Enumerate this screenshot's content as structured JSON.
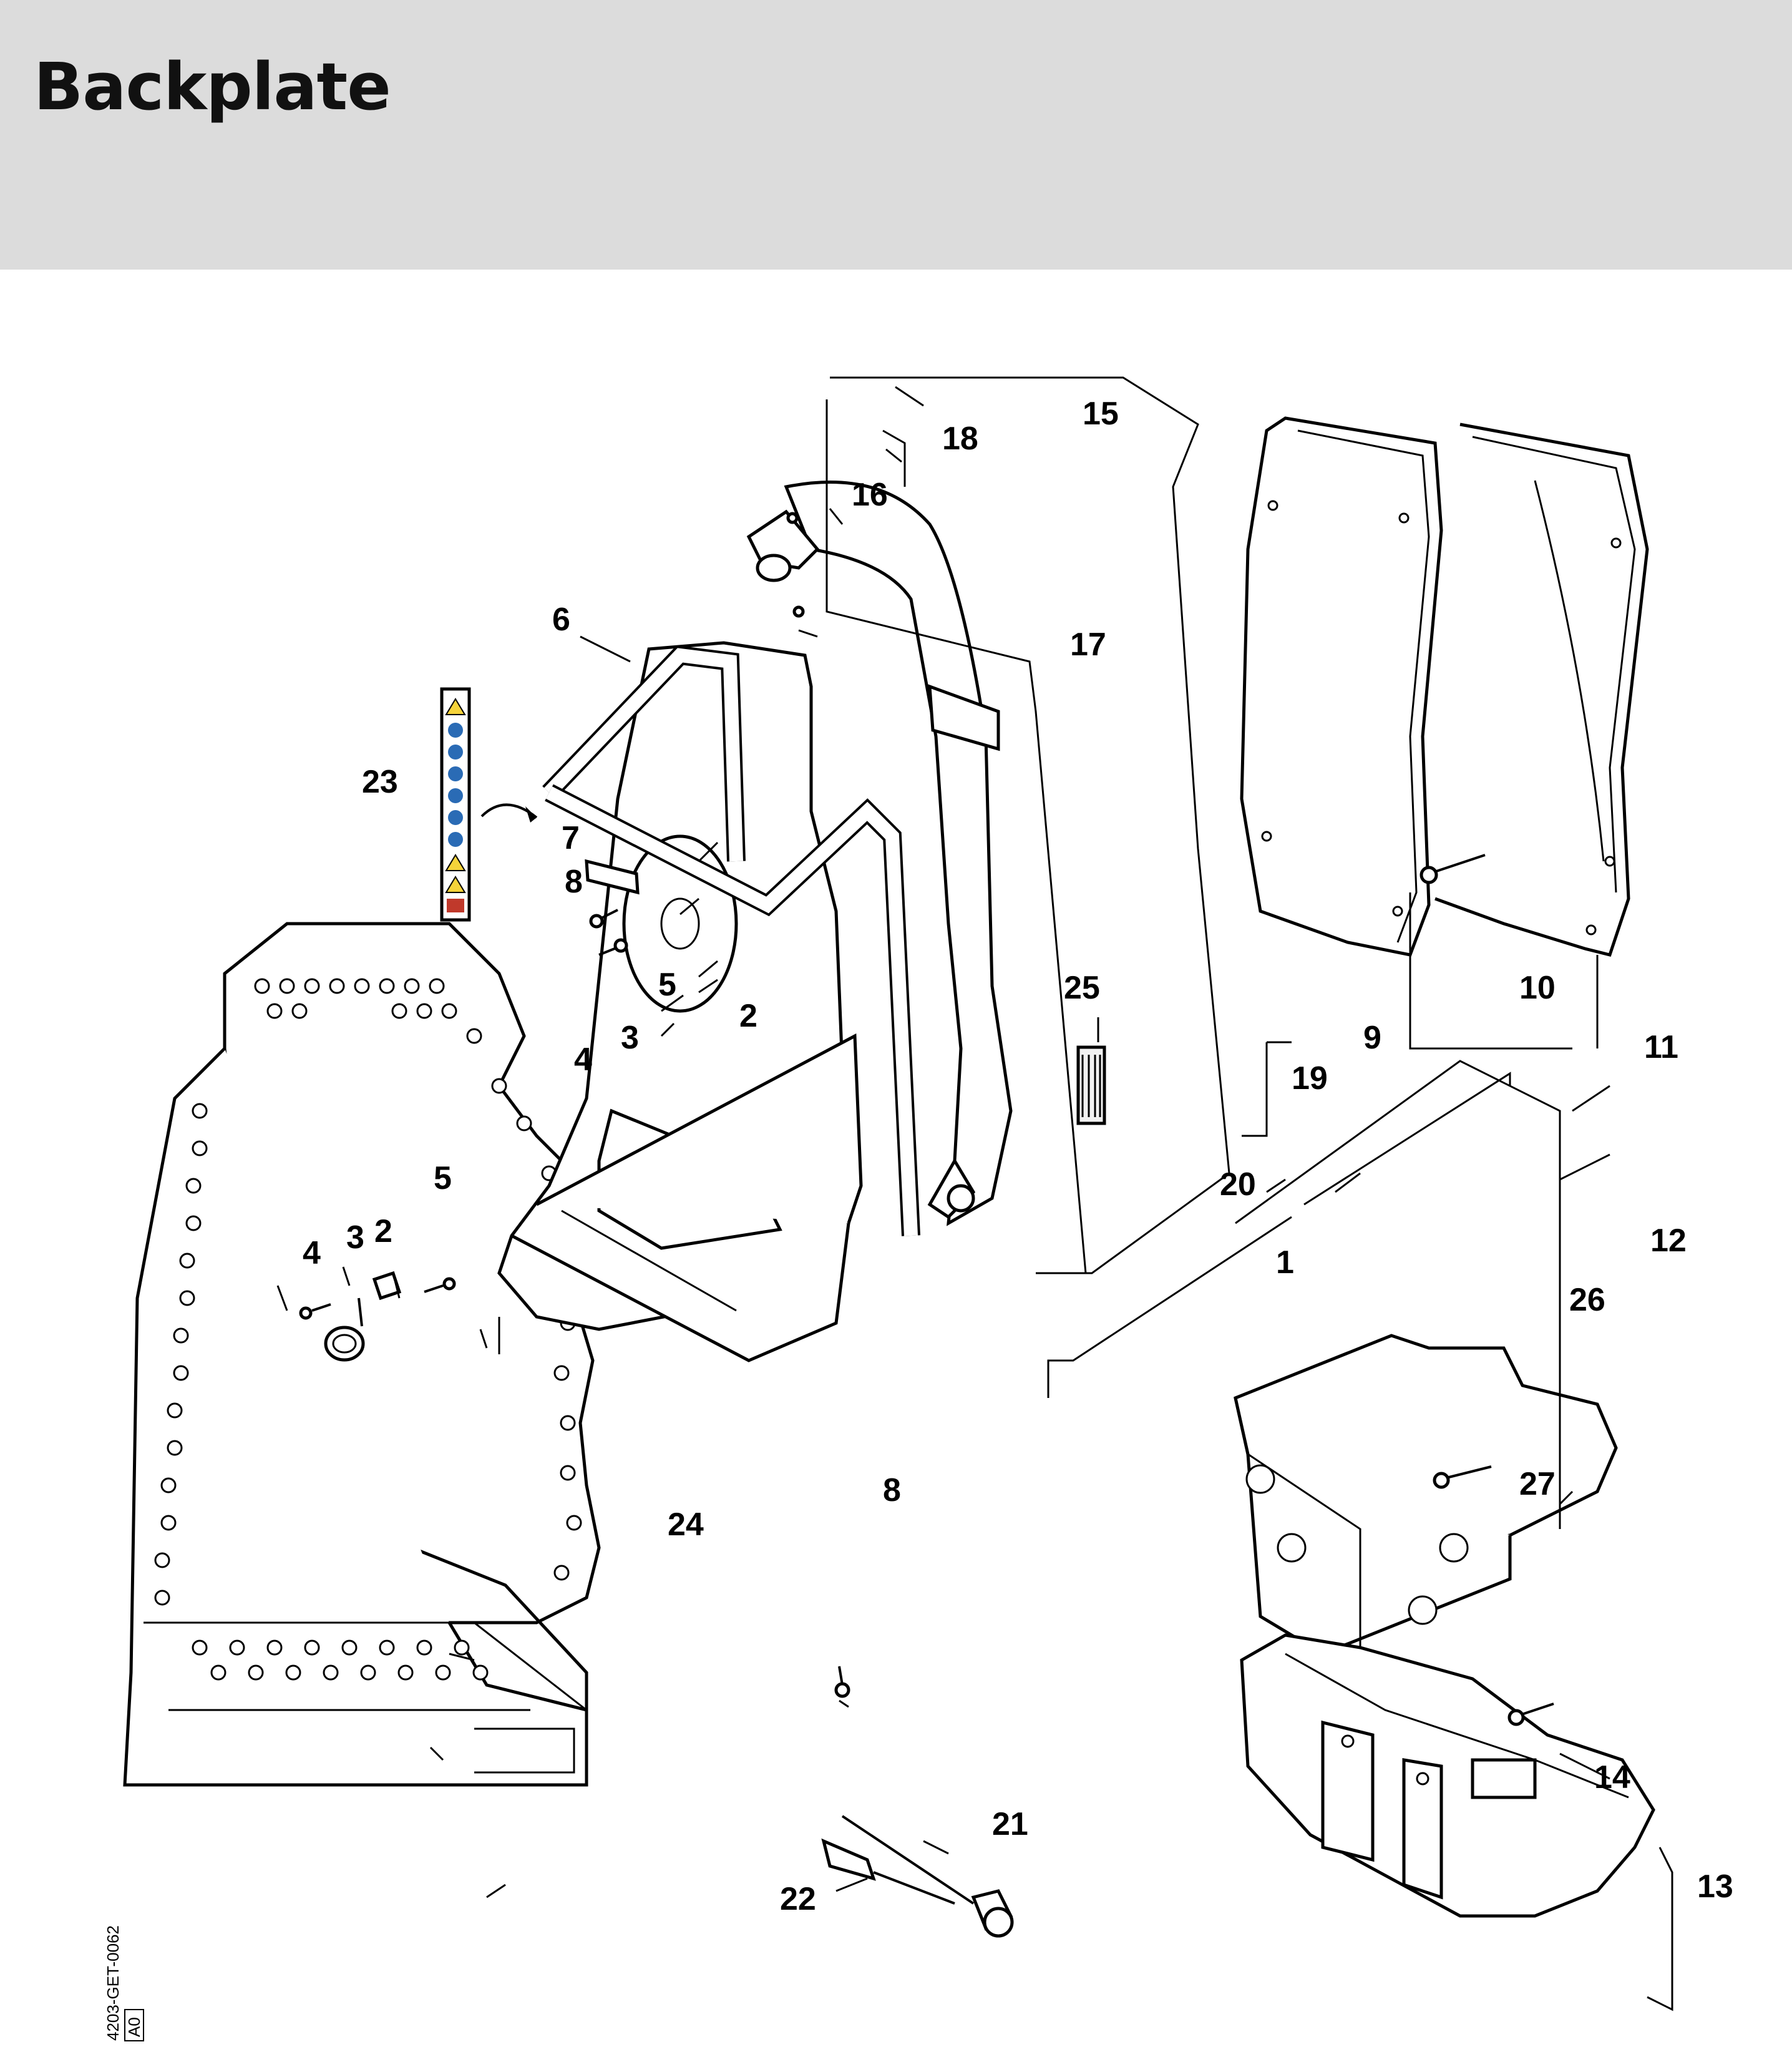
{
  "header": {
    "title": "Backplate",
    "background": "#dcdcdc"
  },
  "diagram": {
    "drawing_code": "4203-GET-0062",
    "drawing_rev": "A0",
    "callouts": [
      {
        "id": "c1",
        "label": "1"
      },
      {
        "id": "c2a",
        "label": "2"
      },
      {
        "id": "c2b",
        "label": "2"
      },
      {
        "id": "c3a",
        "label": "3"
      },
      {
        "id": "c3b",
        "label": "3"
      },
      {
        "id": "c4a",
        "label": "4"
      },
      {
        "id": "c4b",
        "label": "4"
      },
      {
        "id": "c5a",
        "label": "5"
      },
      {
        "id": "c5b",
        "label": "5"
      },
      {
        "id": "c6",
        "label": "6"
      },
      {
        "id": "c7",
        "label": "7"
      },
      {
        "id": "c8a",
        "label": "8"
      },
      {
        "id": "c8b",
        "label": "8"
      },
      {
        "id": "c9",
        "label": "9"
      },
      {
        "id": "c10",
        "label": "10"
      },
      {
        "id": "c11",
        "label": "11"
      },
      {
        "id": "c12",
        "label": "12"
      },
      {
        "id": "c13",
        "label": "13"
      },
      {
        "id": "c14",
        "label": "14"
      },
      {
        "id": "c15",
        "label": "15"
      },
      {
        "id": "c16",
        "label": "16"
      },
      {
        "id": "c17",
        "label": "17"
      },
      {
        "id": "c18",
        "label": "18"
      },
      {
        "id": "c19",
        "label": "19"
      },
      {
        "id": "c20",
        "label": "20"
      },
      {
        "id": "c21",
        "label": "21"
      },
      {
        "id": "c22",
        "label": "22"
      },
      {
        "id": "c23",
        "label": "23"
      },
      {
        "id": "c24",
        "label": "24"
      },
      {
        "id": "c25",
        "label": "25"
      },
      {
        "id": "c26",
        "label": "26"
      },
      {
        "id": "c27",
        "label": "27"
      }
    ]
  }
}
